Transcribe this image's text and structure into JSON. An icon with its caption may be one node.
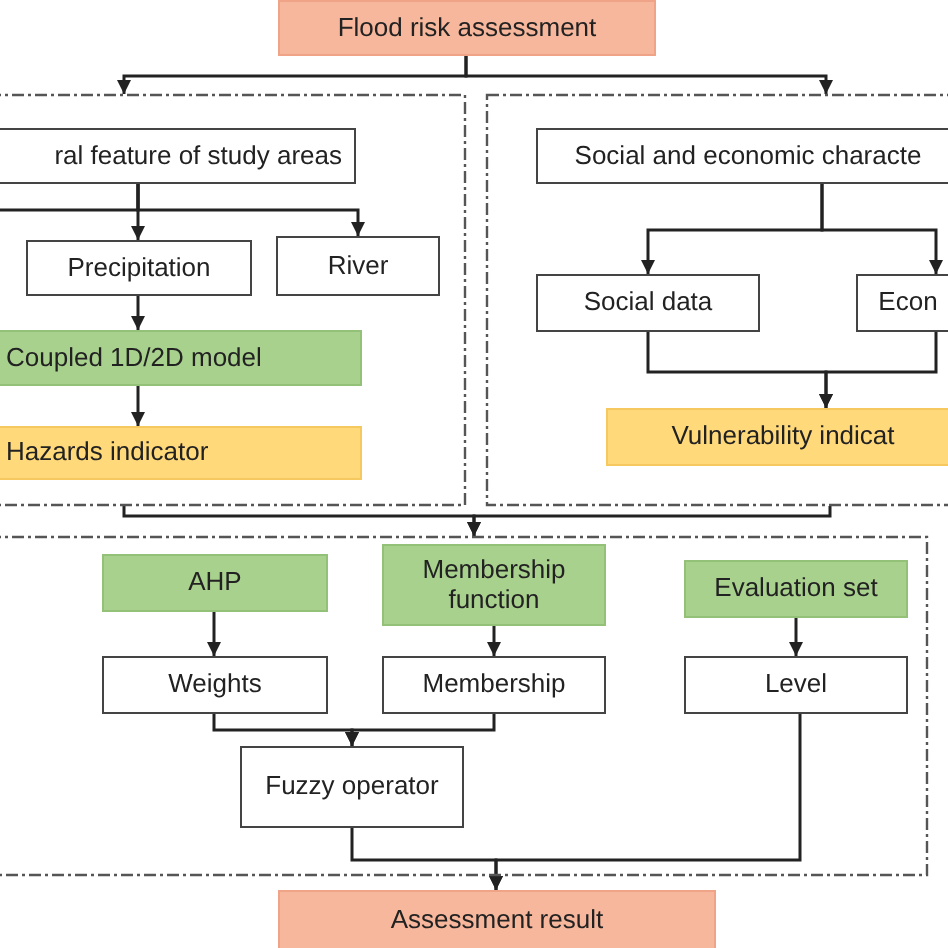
{
  "diagram": {
    "nodes": [
      {
        "text": [
          "Flood risk assessment"
        ]
      },
      {
        "text": [],
        "shape": "box"
      },
      {
        "text": [],
        "shape": "box"
      },
      {
        "text": [
          "ral feature of study areas"
        ],
        "in": 1
      },
      {
        "text": [
          "Precipitation"
        ],
        "in": 1
      },
      {
        "text": [
          "River"
        ],
        "in": 1
      },
      {
        "text": [
          "Coupled 1D/2D model"
        ],
        "in": 1
      },
      {
        "text": [
          "Hazards indicator"
        ],
        "in": 1
      },
      {
        "text": [
          "Social and economic characte"
        ],
        "in": 2
      },
      {
        "text": [
          "Social data"
        ],
        "in": 2
      },
      {
        "text": [
          "Econ"
        ],
        "in": 2
      },
      {
        "text": [
          "Vulnerability indicat"
        ],
        "in": 2
      },
      {
        "text": [],
        "shape": "box"
      },
      {
        "text": [
          "AHP"
        ],
        "in": 12
      },
      {
        "text": [
          "Membership function"
        ],
        "in": 12
      },
      {
        "text": [
          "Evaluation set"
        ],
        "in": 12
      },
      {
        "text": [
          "Weights"
        ],
        "in": 12
      },
      {
        "text": [
          "Membership"
        ],
        "in": 12
      },
      {
        "text": [
          "Level"
        ],
        "in": 12
      },
      {
        "text": [
          "Fuzzy operator"
        ],
        "in": 12
      },
      {
        "text": [
          "Assessment result"
        ]
      }
    ],
    "edges": [
      {
        "from": 0,
        "to": 1,
        "arrow": "to"
      },
      {
        "from": 0,
        "to": 2,
        "arrow": "to"
      },
      {
        "from": 3,
        "to": 4,
        "arrow": "to"
      },
      {
        "from": 3,
        "to": 5,
        "arrow": "to"
      },
      {
        "from": 3,
        "to": null,
        "arrow": "none"
      },
      {
        "from": 4,
        "to": 6,
        "arrow": "to"
      },
      {
        "from": 6,
        "to": 7,
        "arrow": "to"
      },
      {
        "from": 8,
        "to": 9,
        "arrow": "to"
      },
      {
        "from": 8,
        "to": 10,
        "arrow": "to"
      },
      {
        "from": 9,
        "to": 11,
        "arrow": "to"
      },
      {
        "from": 10,
        "to": 11,
        "arrow": "to"
      },
      {
        "from": 1,
        "to": 12,
        "arrow": "to"
      },
      {
        "from": 2,
        "to": 12,
        "arrow": "to"
      },
      {
        "from": 13,
        "to": 16,
        "arrow": "to"
      },
      {
        "from": 14,
        "to": 17,
        "arrow": "to"
      },
      {
        "from": 15,
        "to": 18,
        "arrow": "to"
      },
      {
        "from": 16,
        "to": 19,
        "arrow": "to"
      },
      {
        "from": 17,
        "to": 19,
        "arrow": "to"
      },
      {
        "from": 19,
        "to": 20,
        "arrow": "to"
      },
      {
        "from": 18,
        "to": 20,
        "arrow": "to"
      }
    ]
  }
}
